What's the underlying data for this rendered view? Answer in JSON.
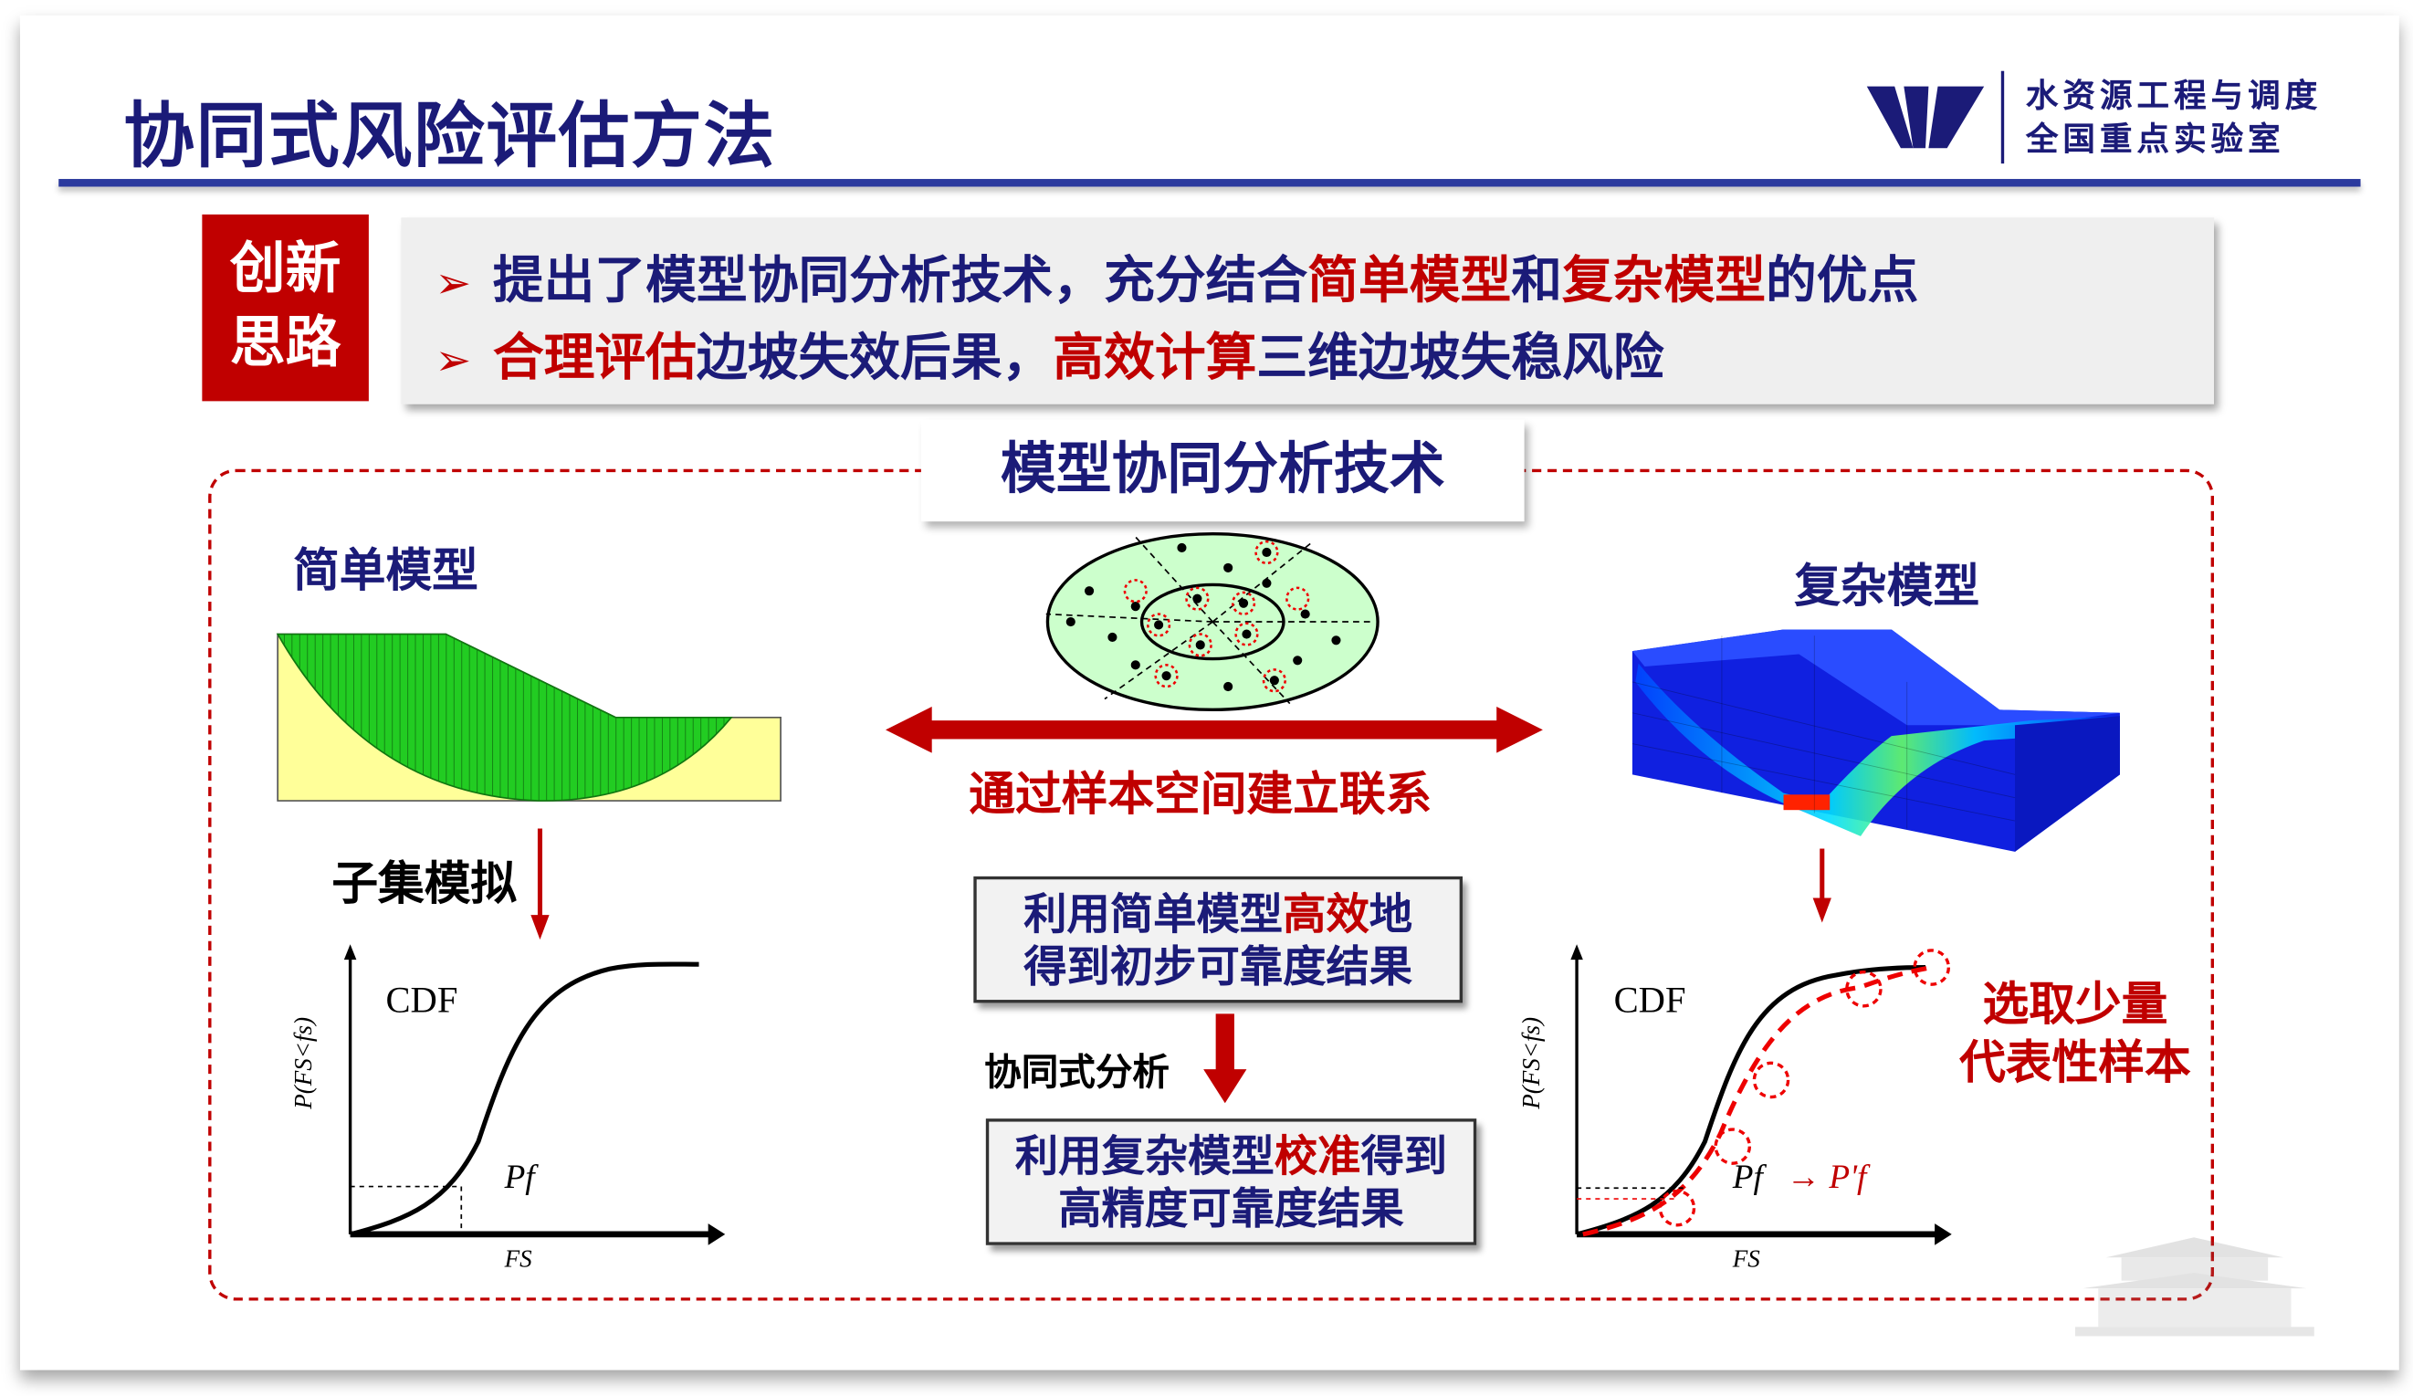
{
  "header": {
    "title": "协同式风险评估方法",
    "lab_line1": "水资源工程与调度",
    "lab_line2": "全国重点实验室"
  },
  "innovation": {
    "tag_line1": "创新",
    "tag_line2": "思路",
    "bullet_icon": "➢",
    "bullet1": [
      "提出了模型协同分析技术，充分结合",
      "简单模型",
      "和",
      "复杂模型",
      "的优点"
    ],
    "bullet2": [
      "合理评估",
      "边坡失效后果，",
      "高效计算",
      "三维边坡失稳风险"
    ]
  },
  "diagram": {
    "title": "模型协同分析技术",
    "simple_model": "简单模型",
    "complex_model": "复杂模型",
    "link_label": "通过样本空间建立联系",
    "subset_sim": "子集模拟",
    "box1_line1": [
      "利用简单模型",
      "高效",
      "地"
    ],
    "box1_line2": "得到初步可靠度结果",
    "collab_label": "协同式分析",
    "box2_line1": [
      "利用复杂模型",
      "校准",
      "得到"
    ],
    "box2_line2": "高精度可靠度结果",
    "select_line1": "选取少量",
    "select_line2": "代表性样本",
    "chart_left": {
      "curve_label": "CDF",
      "ylabel": "P(FS<fs)",
      "xlabel": "FS",
      "marker": "Pf"
    },
    "chart_right": {
      "curve_label": "CDF",
      "ylabel": "P(FS<fs)",
      "xlabel": "FS",
      "marker": "Pf",
      "marker_new": "→ P'f"
    }
  },
  "colors": {
    "navy": "#1b1b78",
    "red": "#c00000",
    "rule": "#2b3a9e"
  }
}
